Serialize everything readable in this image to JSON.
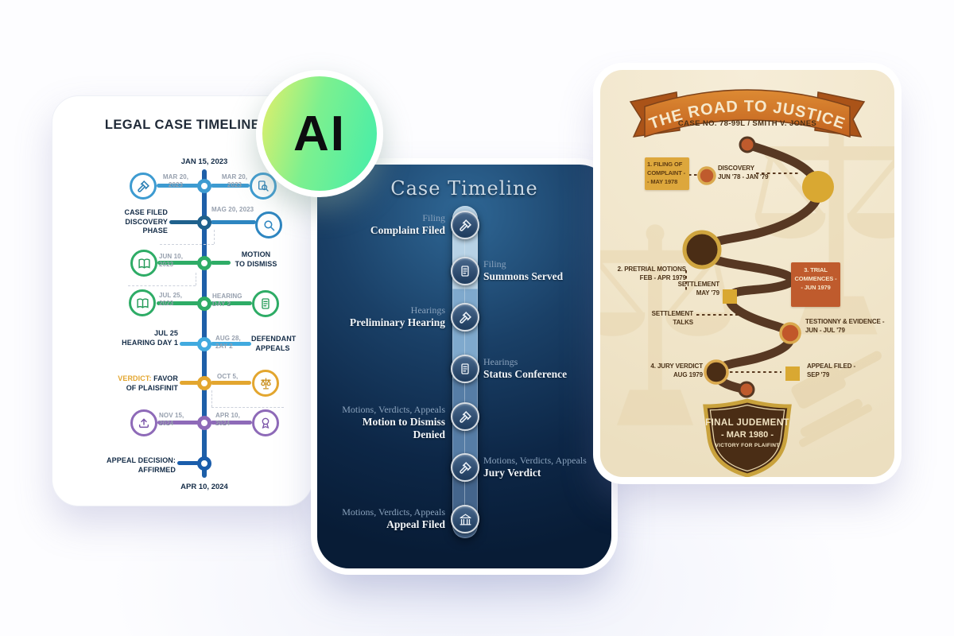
{
  "page": {
    "background": "#fdfdff"
  },
  "ai_badge": {
    "label": "AI",
    "gradient_from": "#d9ef6d",
    "gradient_to": "#4deea6"
  },
  "left_card": {
    "title": "LEGAL CASE TIMELINE",
    "top_date": "JAN 15, 2023",
    "bottom_date": "APR 10, 2024",
    "accent_colors": {
      "blue": "#3d9bd1",
      "dark_blue": "#1e5fa8",
      "green": "#2eac66",
      "light_blue": "#41aadf",
      "yellow": "#e3a62f",
      "purple": "#8e6ab8"
    },
    "rows": [
      {
        "left_date": "MAR 20, 2023",
        "right_date": "MAR 20, 2023",
        "left_icon": "gavel",
        "right_icon": "document-search"
      },
      {
        "left_text": "CASE FILED\nDISCOVERY\nPHASE",
        "right_date": "MAG 20, 2023",
        "right_icon": "magnifier"
      },
      {
        "left_date": "JUN 10, 2023",
        "right_text": "MOTION\nTO DISMISS",
        "left_icon": "open-book"
      },
      {
        "left_date": "JUL 25, 2023",
        "right_label": "HEARING DAY 2",
        "left_icon": "open-book",
        "right_icon": "scroll"
      },
      {
        "left_text": "JUL 25\nHEARING DAY 1",
        "right_date": "AUG 28, 2AY 2",
        "right_text": "DEFENDANT\nAPPEALS"
      },
      {
        "left_highlight": "VERDICT:",
        "left_text": "FAVOR OF PLAISFINIT",
        "right_date": "OCT 5,",
        "right_icon": "scales"
      },
      {
        "left_date": "NOV 15, 2024",
        "right_date": "APR 10, 2024",
        "left_icon": "upload",
        "right_icon": "medal"
      },
      {
        "left_text": "APPEAL DECISION:\nAFFIRMED"
      }
    ]
  },
  "middle_card": {
    "title": "Case Timeline",
    "entries": [
      {
        "side": "left",
        "category": "Filing",
        "event": "Complaint Filed",
        "icon": "gavel"
      },
      {
        "side": "right",
        "category": "Filing",
        "event": "Summons Served",
        "icon": "scroll"
      },
      {
        "side": "left",
        "category": "Hearings",
        "event": "Preliminary Hearing",
        "icon": "gavel"
      },
      {
        "side": "right",
        "category": "Hearings",
        "event": "Status Conference",
        "icon": "scroll"
      },
      {
        "side": "left",
        "category": "Motions, Verdicts, Appeals",
        "event": "Motion to Dismiss Denied",
        "icon": "gavel"
      },
      {
        "side": "right",
        "category": "Motions, Verdicts, Appeals",
        "event": "Jury Verdict",
        "icon": "gavel"
      },
      {
        "side": "left",
        "category": "Motions, Verdicts, Appeals",
        "event": "Appeal Filed",
        "icon": "bank"
      }
    ]
  },
  "right_card": {
    "banner_title": "THE ROAD TO JUSTICE",
    "case_line": "CASE NO. 78-99L / SMITH V. JONES",
    "milestones": {
      "filing_box": "1. FILING OF\nCOMPLAINT -\n- MAY 1978",
      "discovery_title": "DISCOVERY",
      "discovery_dates": "JUN '78 - JAN '79",
      "pretrial": "2. PRETRIAL MOTIONS\nFEB - APR 1979",
      "trial_box": "3. TRIAL\nCOMMENCES -\n- JUN 1979",
      "settlement": "SETTLEMENT\nMAY '79",
      "settlement_talks": "SETTLEMENT\nTALKS",
      "testimony": "TESTIONNY & EVIDENCE -\nJUN - JUL '79",
      "jury": "4. JURY VERDICT\nAUG 1979",
      "appeal": "APPEAL FILED -\nSEP '79"
    },
    "badge": {
      "line1": "FINAL JUDEMENT",
      "line2": "- MAR 1980 -",
      "line3": "VICTORY FOR PLAIFINT"
    },
    "colors": {
      "paper": "#f3e9d1",
      "road": "#573823",
      "mustard": "#d9a832",
      "rust": "#bf5b2d",
      "dark_brown": "#4a2d15"
    }
  }
}
